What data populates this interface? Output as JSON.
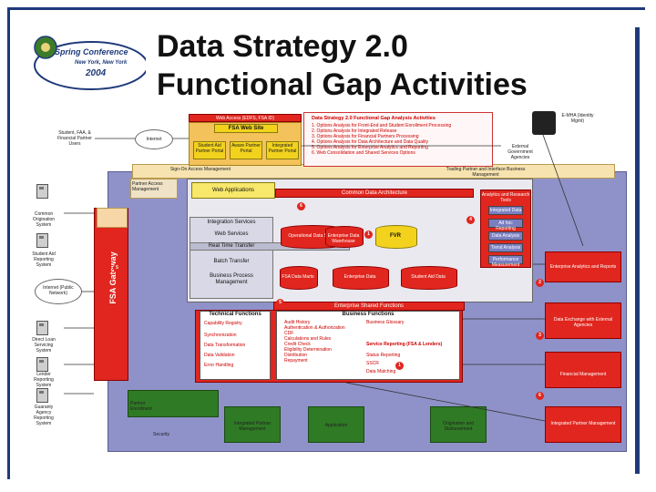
{
  "slide": {
    "title_line1": "Data Strategy 2.0",
    "title_line2": "Functional Gap Activities"
  },
  "logo": {
    "line1": "Spring Conference",
    "line2": "New York, New York",
    "line3": "2004"
  },
  "gap_list": {
    "heading": "Data Strategy 2.0 Functional Gap Analysis Activities",
    "items": [
      "1. Options Analysis for Front-End and Student Enrollment Processing",
      "2. Options Analysis for Integrated Release",
      "3. Options Analysis for Financial Partners Processing",
      "4. Options Analysis for Data Architecture and Data Quality",
      "5. Options Analysis for Enterprise Analytics and Reporting",
      "6. Web Consolidation and Shared Services Options"
    ]
  },
  "web_sites": {
    "header": "Web Access (EDFS, FSA ID)",
    "fsa_web_site": "FSA Web Site",
    "portals": [
      "Student Aid Partner Portal",
      "Aware Partner Portal",
      "Integrated Partner Portal"
    ]
  },
  "left_actors": {
    "students": "Student, FAA, & Financial Partner Users",
    "internet": "Internet",
    "fsa_gateway": "FSA Gateway",
    "internet_public": "Internet (Public Network)",
    "servers": [
      "Common Origination System",
      "Student Aid Reporting System",
      "Direct Loan Servicing System",
      "Lender Reporting System",
      "Guaranty Agency Reporting System"
    ]
  },
  "top_bands": {
    "partner_access": "Partner Access Management",
    "sign_on": "Sign-On Access Management",
    "trading_partner": "Trading Partner and Interface Business Management",
    "external": "External Government Agencies",
    "ezhra": "E-MHA (Identity Mgmt)"
  },
  "core": {
    "web_applications": "Web Applications",
    "common_data_architecture": "Common Data Architecture",
    "integration_services": "Integration Services",
    "web_services": "Web Services",
    "real_time_transfer": "Real Time Transfer",
    "batch_transfer": "Batch Transfer",
    "business_process_mgmt": "Business Process Management",
    "data_stores": [
      "Operational Data Store",
      "Enterprise Data Warehouse",
      "FSA Data Marts",
      "Enterprise Data",
      "Student Aid Data"
    ],
    "fvr": "FVR",
    "analytics_tools": "Analytics and Research Tools",
    "analytics_items": [
      "Integrated Data",
      "Ad hoc Reporting",
      "Data Analysis",
      "Trend Analysis",
      "Performance Measurement"
    ]
  },
  "enterprise_shared": {
    "header": "Enterprise Shared Functions",
    "technical_header": "Technical Functions",
    "technical_items": [
      "Capability Registry",
      "Synchronization",
      "Data Transformation",
      "Data Validation",
      "Error Handling"
    ],
    "business_header": "Business Functions",
    "business_items": [
      "Audit History",
      "Authentication & Authorization",
      "CDF",
      "Calculations and Rules",
      "Credit Check",
      "Eligibility Determination",
      "Distribution",
      "Repayment",
      "Business Glossary",
      "Service Reporting (FSA & Lenders)",
      "Status Reporting",
      "SSCR",
      "Data Matching"
    ]
  },
  "right_blocks": {
    "ea_reports": "Enterprise Analytics and Reports",
    "data_external": "Data Exchange with External Agencies",
    "financial_mgmt": "Financial Management",
    "integrated_partner_mgmt": "Integrated Partner Management"
  },
  "bottom": {
    "partner_enrollment": "Partner Enrollment",
    "security": "Security",
    "integrated_partner_mgmt": "Integrated Partner Management",
    "application": "Application",
    "origination": "Origination and Disbursement"
  },
  "markers": [
    "6",
    "4",
    "1",
    "5",
    "2",
    "5",
    "3",
    "1",
    "6"
  ],
  "colors": {
    "red": "#e0261e",
    "green": "#2f7a24",
    "yellow": "#f2d21c",
    "purple_band": "#8f92c9",
    "title_bar": "#1f3a7a"
  }
}
